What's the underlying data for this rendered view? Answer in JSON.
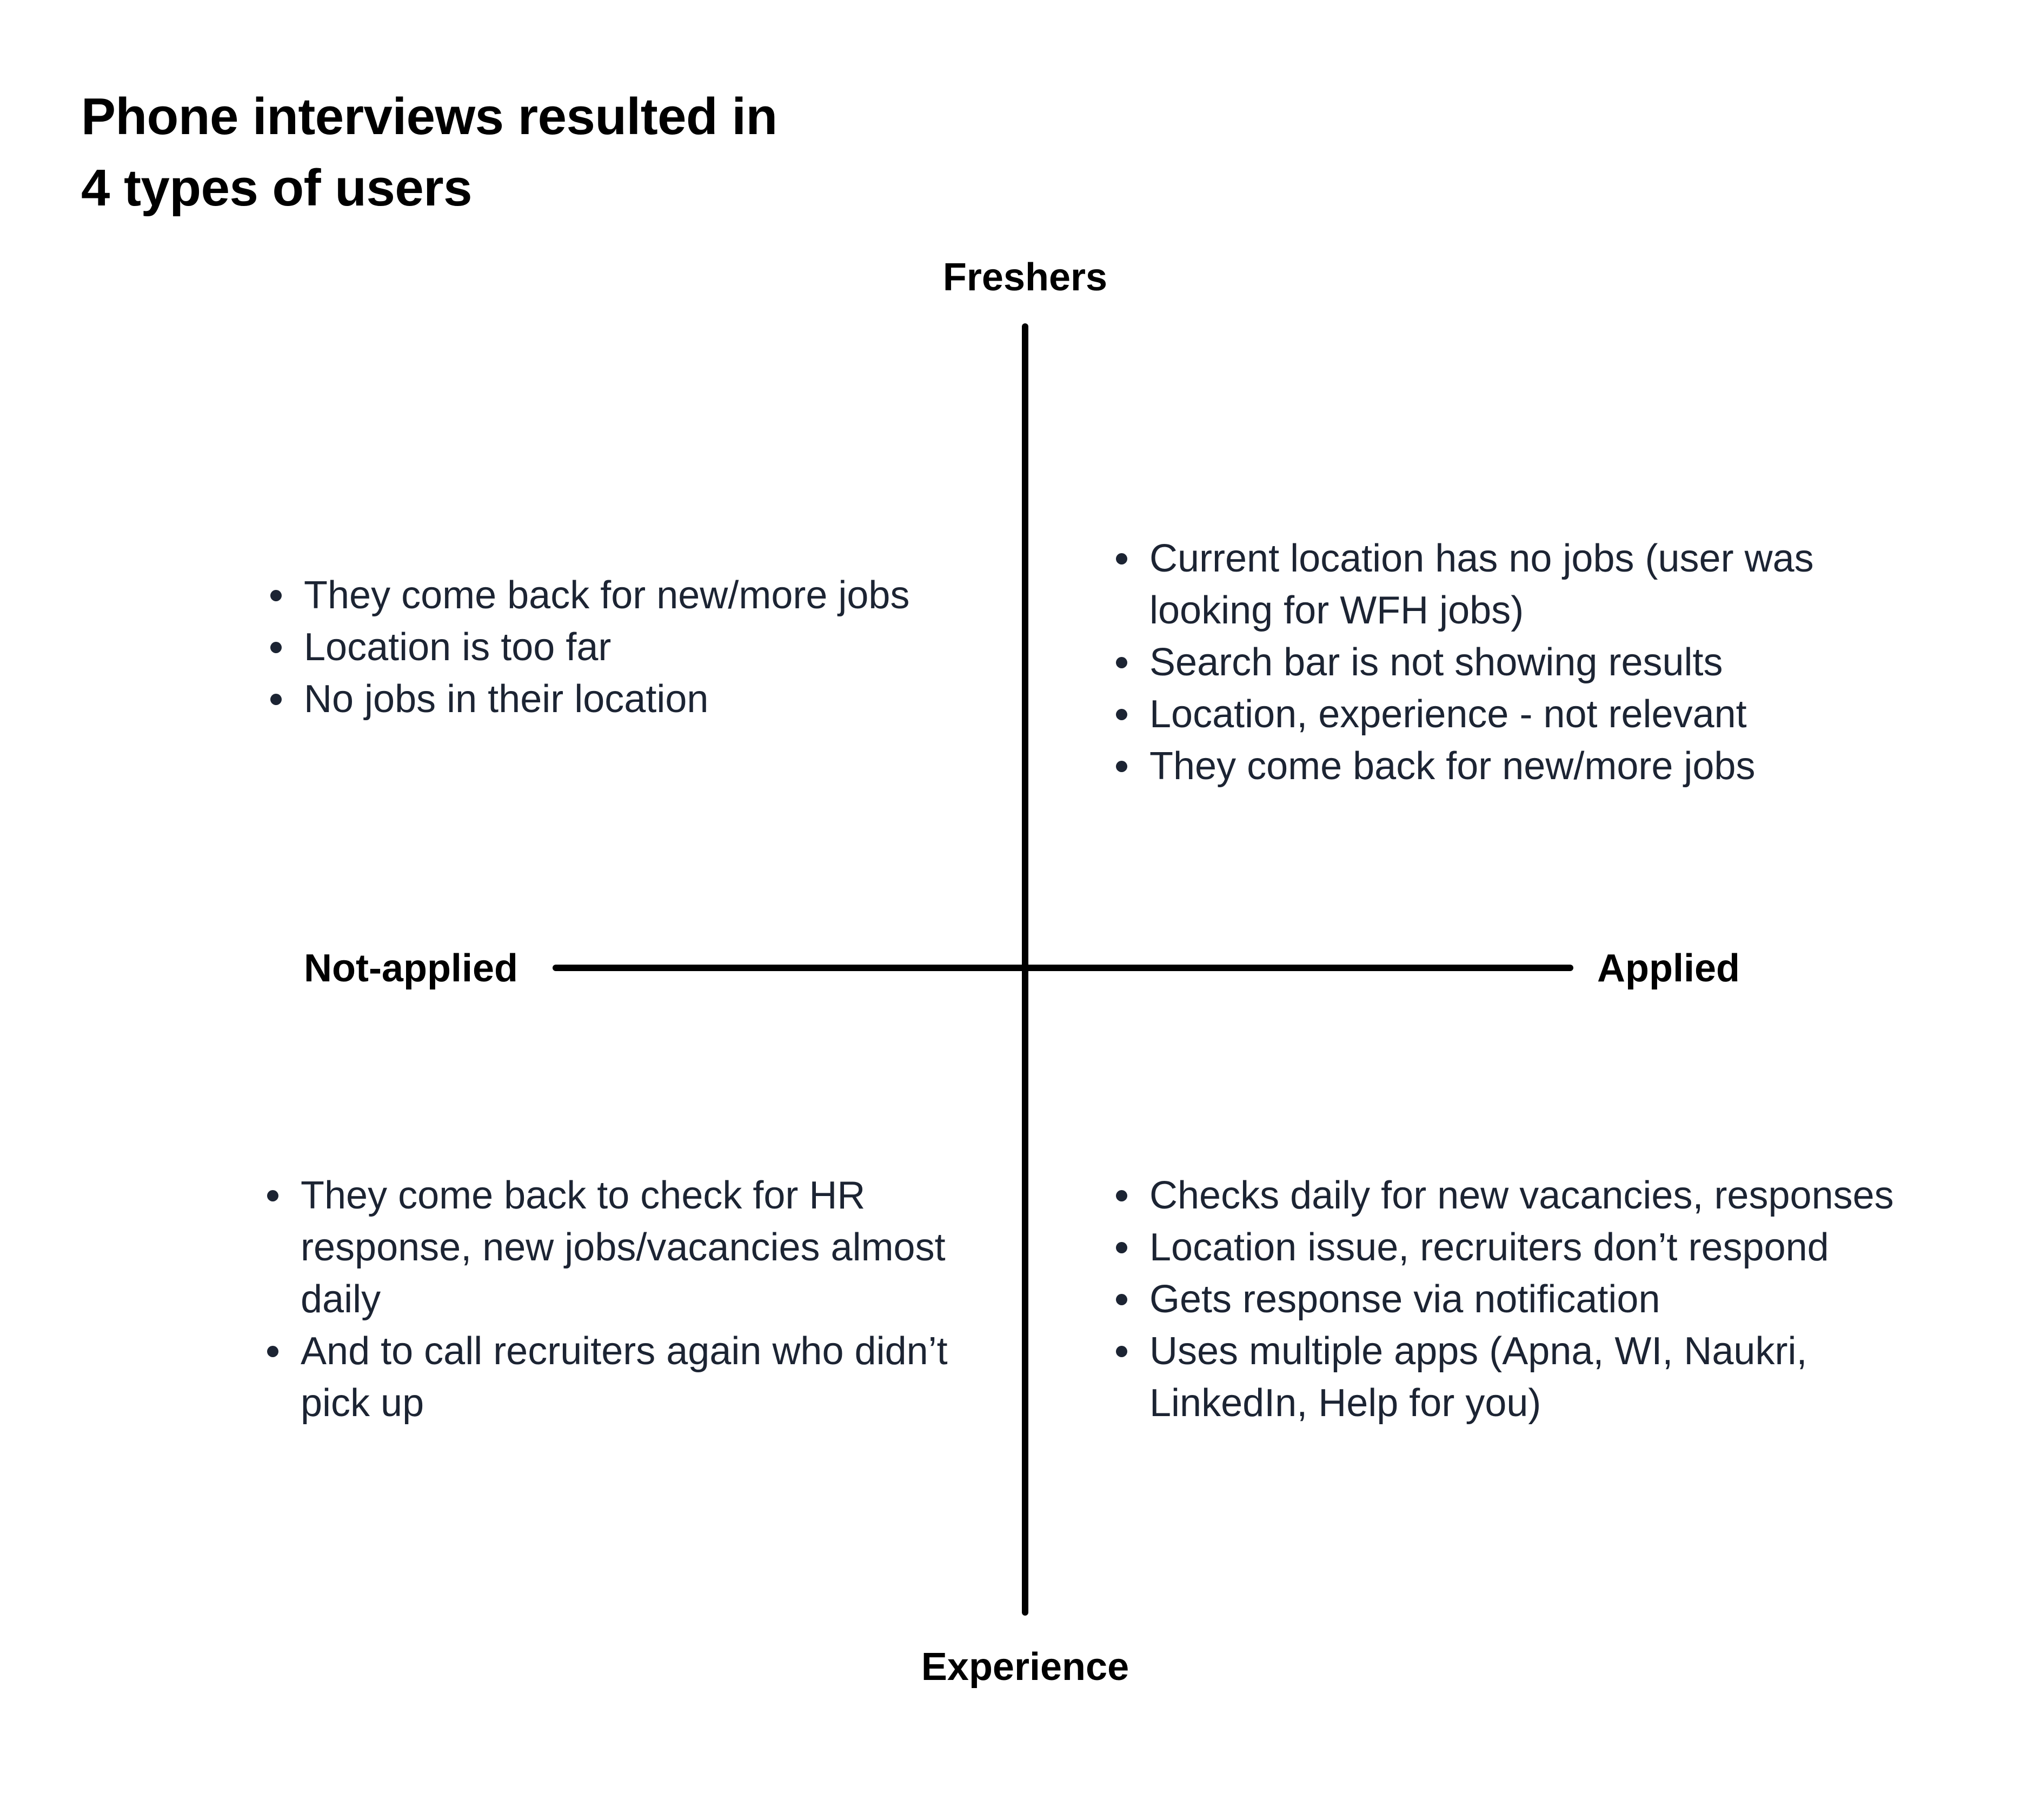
{
  "title": {
    "line1": "Phone interviews resulted in",
    "line2": "4 types of users"
  },
  "axes": {
    "top": "Freshers",
    "bottom": "Experience",
    "left": "Not-applied",
    "right": "Applied"
  },
  "quadrants": {
    "top_left": [
      "They come back for new/more jobs",
      "Location is too far",
      "No jobs in their location"
    ],
    "top_right": [
      "Current location has no jobs (user was looking for WFH jobs)",
      "Search bar is not showing results",
      "Location, experience - not relevant",
      "They come back for new/more jobs"
    ],
    "bottom_left": [
      "They come back to check for HR response, new jobs/vacancies almost daily",
      "And to call recruiters again who didn’t pick up"
    ],
    "bottom_right": [
      "Checks daily for new vacancies, responses",
      "Location issue, recruiters don’t respond",
      "Gets response via notification",
      "Uses multiple apps (Apna, WI, Naukri, LinkedIn, Help for you)"
    ]
  }
}
